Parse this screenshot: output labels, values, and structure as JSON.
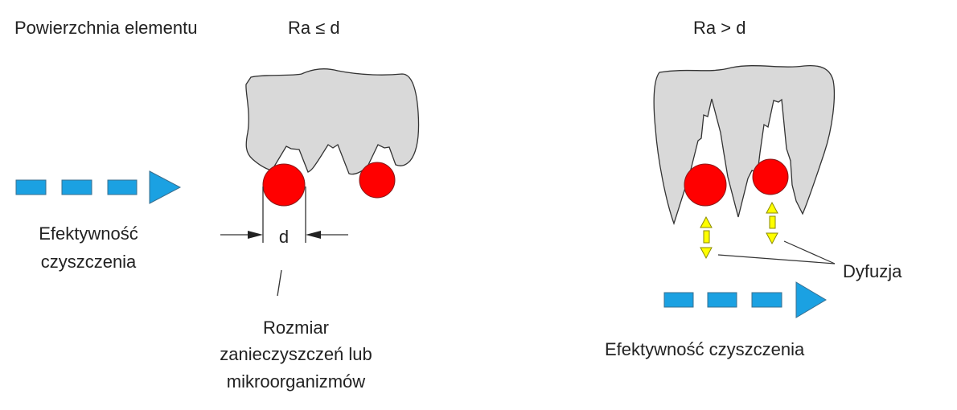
{
  "labels": {
    "surface": "Powierzchnia elementu",
    "case_left": "Ra ≤ d",
    "case_right": "Ra > d",
    "efficiency_left_line1": "Efektywność",
    "efficiency_left_line2": "czyszczenia",
    "d": "d",
    "size_line1": "Rozmiar",
    "size_line2": "zanieczyszczeń lub",
    "size_line3": "mikroorganizmów",
    "diffusion": "Dyfuzja",
    "efficiency_right": "Efektywność czyszczenia"
  },
  "colors": {
    "surface_fill": "#d9d9d9",
    "particle": "#ff0000",
    "flow_arrow": "#1ba1e2",
    "diffusion_arrow": "#ffff00"
  }
}
